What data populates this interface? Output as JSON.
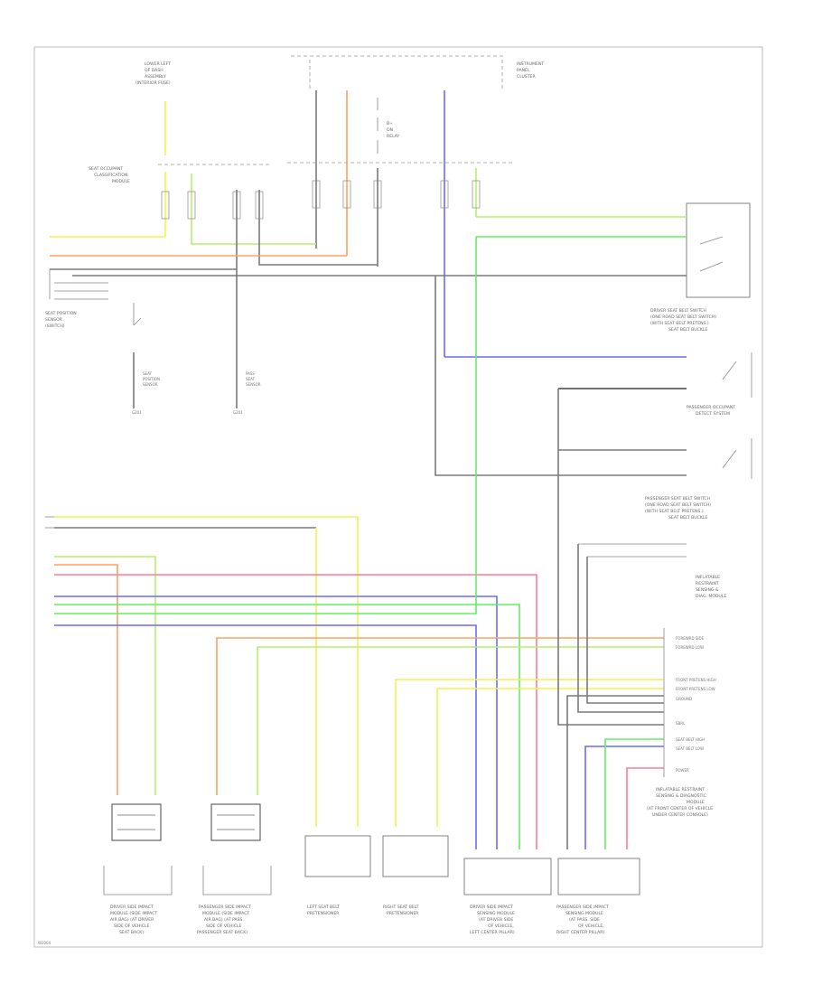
{
  "colors": {
    "yellow": "#f2f254",
    "orange": "#ffa060",
    "green": "#62ee62",
    "blue": "#6a6aff",
    "pink": "#ff7b98",
    "light_green": "#b6f06a",
    "gray": "#8a8a8a",
    "black": "#444444"
  },
  "labels": {
    "top_left_device": [
      "LOWER LEFT",
      "OF DASH",
      "ASSEMBLY",
      "(INTERIOR FUSE)"
    ],
    "top_right_device": [
      "INSTRUMENT",
      "PANEL",
      "CLUSTER"
    ],
    "top_mid": [
      "B+",
      "ON",
      "RELAY"
    ],
    "left_switch_top": [
      "SEAT OCCUPANT",
      "CLASSIFICATION",
      "MODULE"
    ],
    "left_module": [
      "SEAT POSITION",
      "SENSOR",
      "(SWITCH)"
    ],
    "sensor_a": [
      "SEAT",
      "POSITION",
      "SENSOR"
    ],
    "sensor_b": [
      "PASS",
      "SEAT",
      "SENSOR"
    ],
    "ground_left": "G201",
    "ground_mid": "G201",
    "right_switch_1": [
      "DRIVER SEAT BELT SWITCH",
      "(ONE ROAD SEAT BELT SWITCH)",
      "(WITH SEAT BELT PRETENS.)",
      "SEAT BELT BUCKLE"
    ],
    "right_switch_2": [
      "PASSENGER OCCUPANT",
      "DETECT SYSTEM"
    ],
    "right_switch_3": [
      "PASSENGER SEAT BELT SWITCH",
      "(ONE ROAD SEAT BELT SWITCH)",
      "(WITH SEAT BELT PRETENS.)",
      "SEAT BELT BUCKLE"
    ],
    "sdm_label": [
      "INFLATABLE",
      "RESTRAINT",
      "SENSING &",
      "DIAG. MODULE"
    ],
    "sdm_bottom": [
      "INFLATABLE RESTRAINT",
      "SENSING & DIAGNOSTIC",
      "MODULE",
      "(AT FRONT CENTER OF VEHICLE",
      "UNDER CENTER CONSOLE)"
    ],
    "sdm_pins": [
      "FOREWRD SIDE",
      "FOREWRD LOW",
      "",
      "FRONT PRETENS HIGH",
      "FRONT PRETENS LOW",
      "GROUND",
      "",
      "SBRL",
      "",
      "SEAT BELT HIGH",
      "SEAT BELT LOW",
      "",
      "POWER"
    ],
    "bottom_components": [
      [
        "DRIVER SIDE IMPACT",
        "MODULE (SIDE IMPACT",
        "AIR BAG) (AT DRIVER",
        "SIDE OF VEHICLE",
        "SEAT BACK)"
      ],
      [
        "PASSENGER SIDE IMPACT",
        "MODULE (SIDE IMPACT",
        "AIR BAG) (AT PASS.",
        "SIDE OF VEHICLE",
        "PASSENGER SEAT BACK)"
      ],
      [
        "LEFT SEAT BELT",
        "PRETENSIONER"
      ],
      [
        "RIGHT SEAT BELT",
        "PRETENSIONER"
      ],
      [
        "DRIVER SIDE IMPACT",
        "SENSING MODULE",
        "(AT DRIVER SIDE",
        "OF VEHICLE,",
        "LEFT CENTER PILLAR)"
      ],
      [
        "PASSENGER SIDE IMPACT",
        "SENSING MODULE",
        "(AT PASS. SIDE",
        "OF VEHICLE,",
        "RIGHT CENTER PILLAR)"
      ]
    ],
    "footer_code": "W2004"
  }
}
